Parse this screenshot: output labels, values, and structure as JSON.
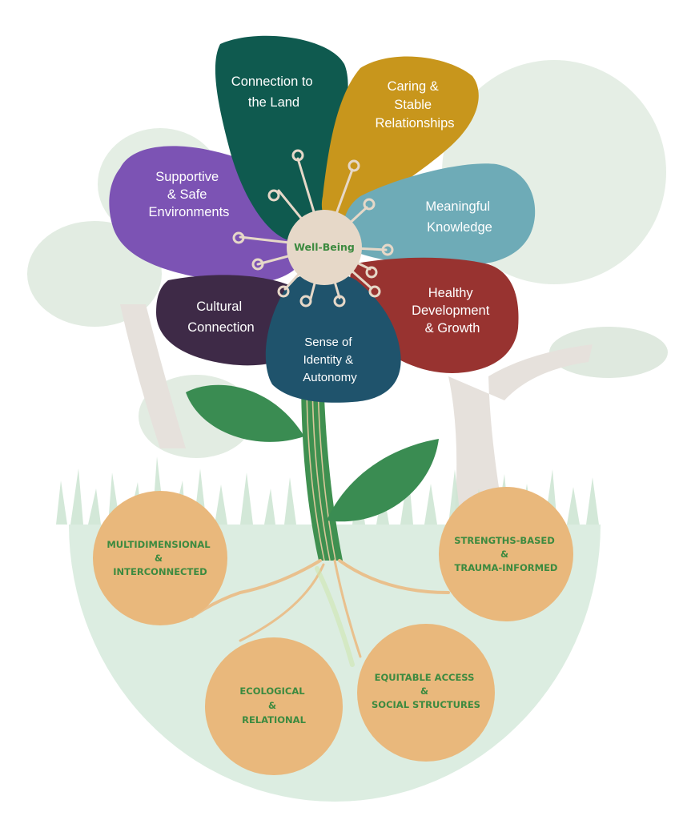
{
  "center": {
    "label": "Well-Being"
  },
  "petals": [
    {
      "id": "connection-to-land",
      "lines": [
        "Connection to",
        "the Land"
      ],
      "color": "#0f5a4f"
    },
    {
      "id": "caring-relationships",
      "lines": [
        "Caring &",
        "Stable",
        "Relationships"
      ],
      "color": "#c8961c"
    },
    {
      "id": "supportive-environments",
      "lines": [
        "Supportive",
        "& Safe",
        "Environments"
      ],
      "color": "#7c53b4"
    },
    {
      "id": "meaningful-knowledge",
      "lines": [
        "Meaningful",
        "Knowledge"
      ],
      "color": "#6eabb7"
    },
    {
      "id": "cultural-connection",
      "lines": [
        "Cultural",
        "Connection"
      ],
      "color": "#3e2a47"
    },
    {
      "id": "healthy-development",
      "lines": [
        "Healthy",
        "Development",
        "& Growth"
      ],
      "color": "#983330"
    },
    {
      "id": "identity-autonomy",
      "lines": [
        "Sense of",
        "Identity &",
        "Autonomy"
      ],
      "color": "#1f536c"
    }
  ],
  "roots": [
    {
      "id": "multidimensional",
      "lines": [
        "MULTIDIMENSIONAL",
        "&",
        "INTERCONNECTED"
      ]
    },
    {
      "id": "strengths-based",
      "lines": [
        "STRENGTHS-BASED",
        "&",
        "TRAUMA-INFORMED"
      ]
    },
    {
      "id": "ecological",
      "lines": [
        "ECOLOGICAL",
        "&",
        "RELATIONAL"
      ]
    },
    {
      "id": "equitable-access",
      "lines": [
        "EQUITABLE ACCESS",
        "&",
        "SOCIAL STRUCTURES"
      ]
    }
  ],
  "colors": {
    "root_circle": "#e9b87c",
    "root_text": "#3c8a3f",
    "center_fill": "#e6d8c8",
    "stem": "#3f9050",
    "leaf": "#3a8c52",
    "ground": "#dcece0",
    "tree_canopy": "#e3ede3",
    "tree_trunk": "#e4e0dc"
  }
}
